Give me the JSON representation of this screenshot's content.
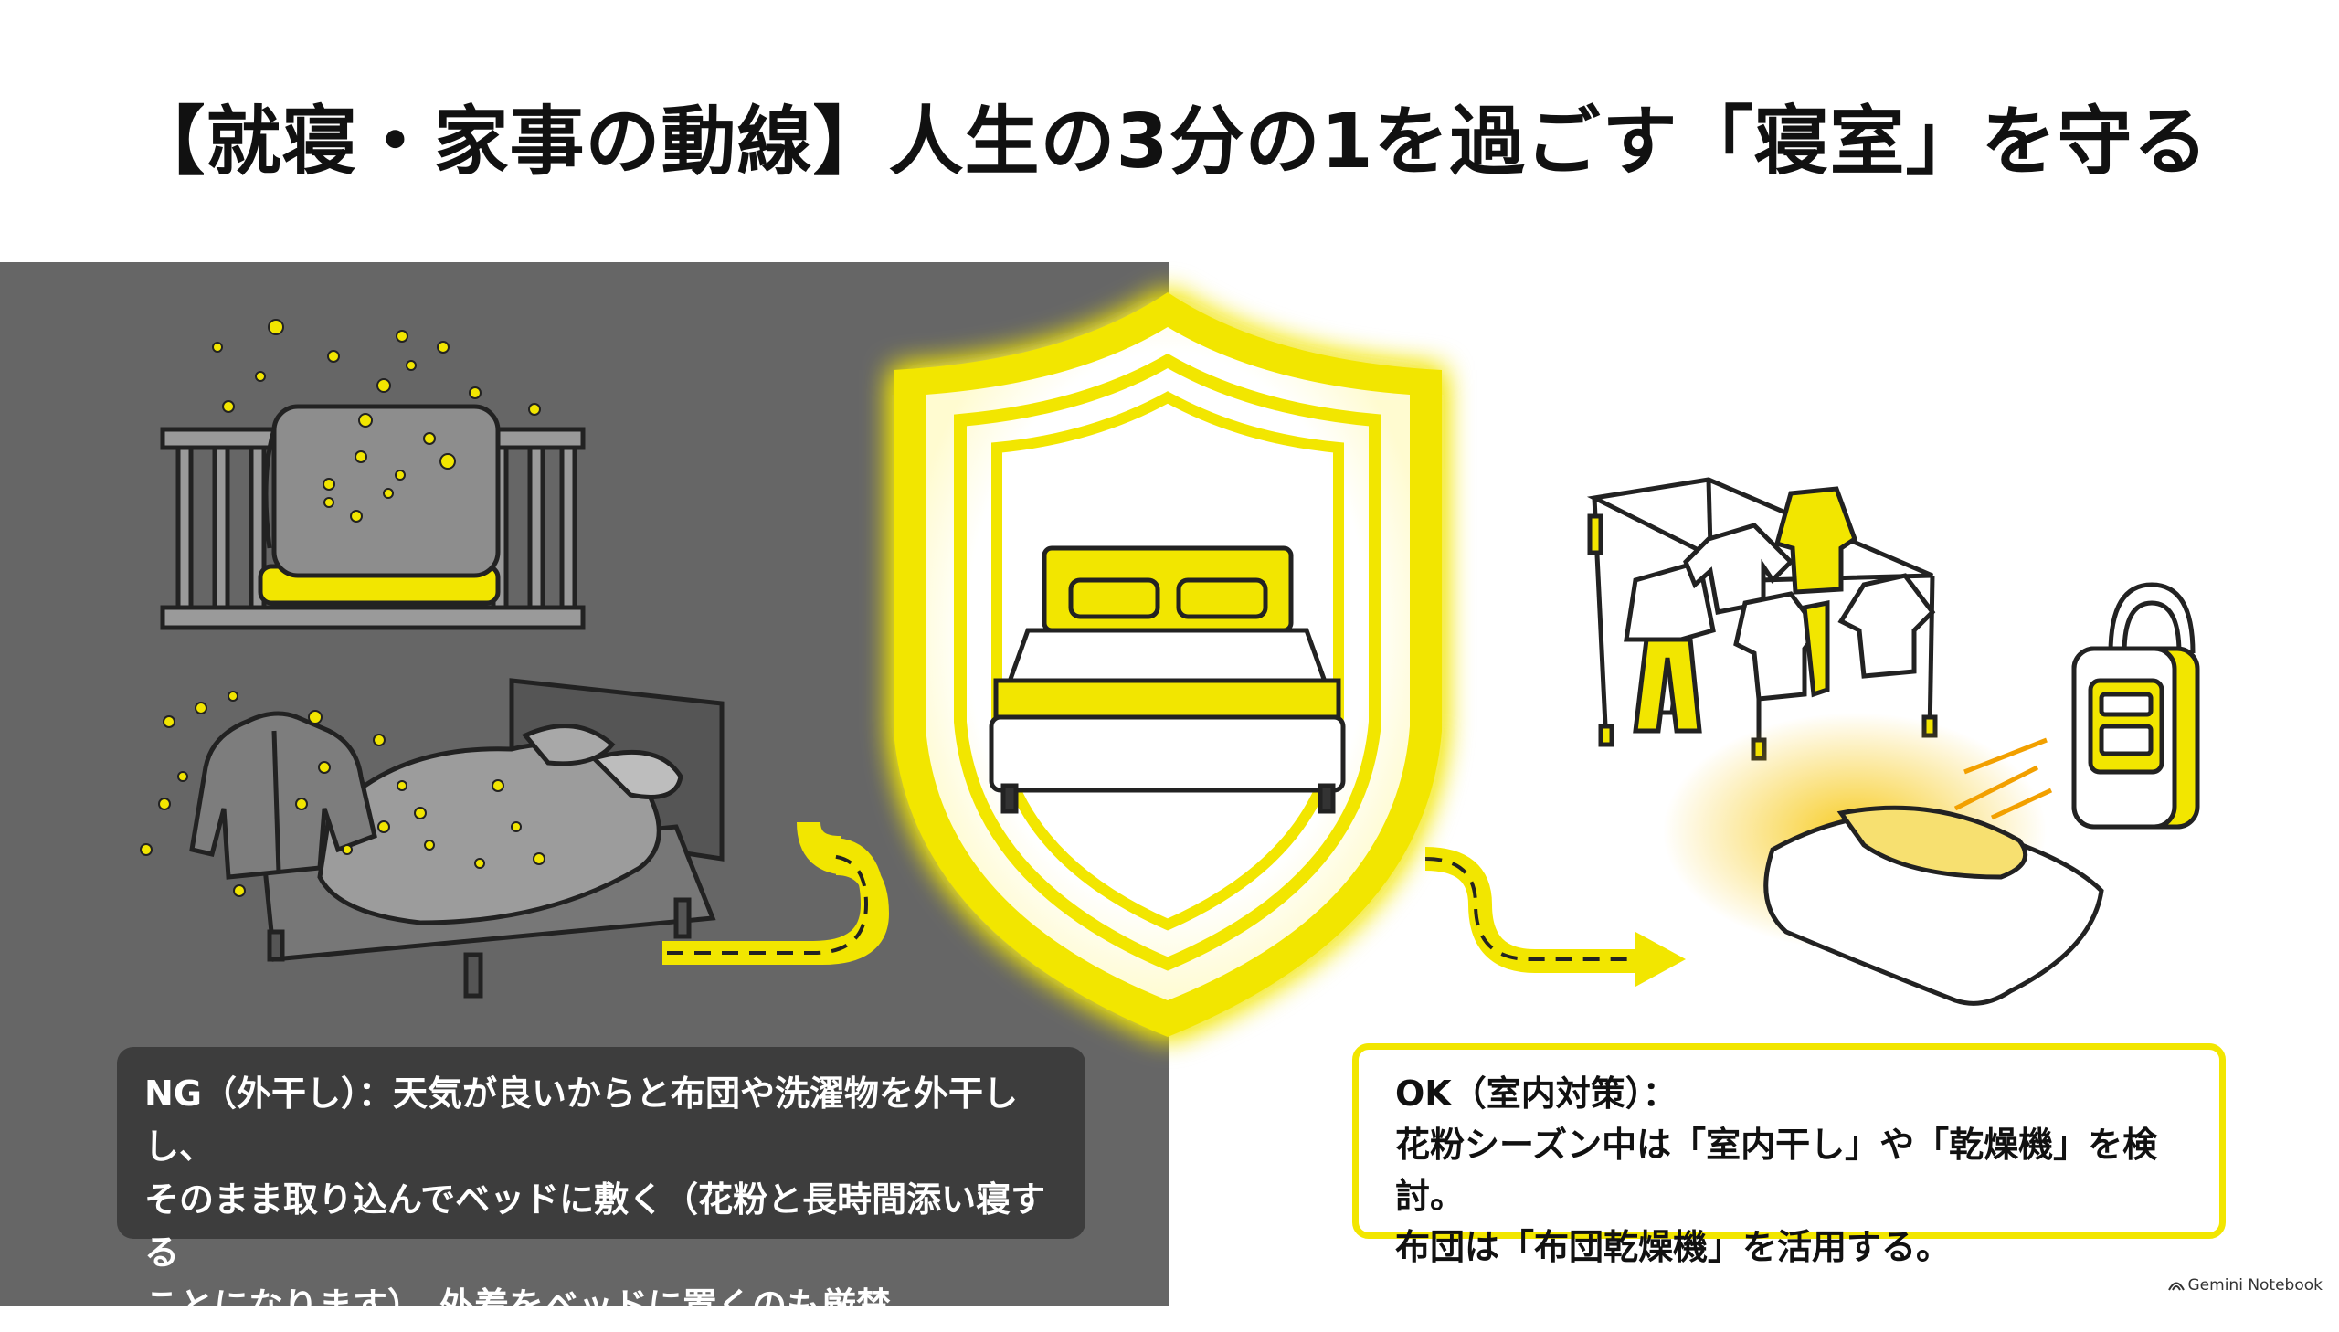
{
  "title": "【就寝・家事の動線】人生の3分の1を過ごす「寝室」を守る",
  "ng": {
    "line1": "NG（外干し）：天気が良いからと布団や洗濯物を外干しし、",
    "line2": "そのまま取り込んでベッドに敷く（花粉と長時間添い寝する",
    "line3": "ことになります）。外着をベッドに置くのも厳禁。"
  },
  "ok": {
    "line1": "OK（室内対策）：",
    "line2": "花粉シーズン中は「室内干し」や「乾燥機」を検討。",
    "line3": "布団は「布団乾燥機」を活用する。"
  },
  "credit": "Gemini Notebook",
  "icons": [
    "balcony-futon-icon",
    "pollen-dots",
    "jacket-icon",
    "messy-bed-icon",
    "shield-icon",
    "clean-bed-icon",
    "drying-rack-icon",
    "futon-dryer-icon",
    "folded-futon-icon",
    "path-arrow-icon"
  ],
  "colors": {
    "accent": "#f2e600",
    "dark_panel": "#666666",
    "text_box_dark": "#3d3d3d"
  }
}
